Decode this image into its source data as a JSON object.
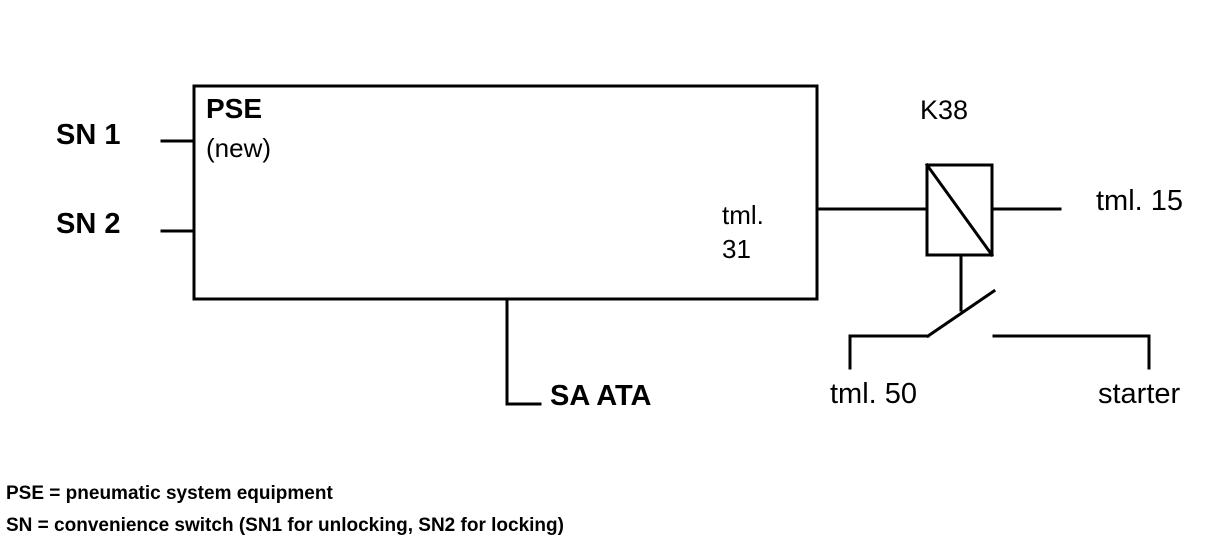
{
  "inputs": {
    "sn1": "SN 1",
    "sn2": "SN 2"
  },
  "pse_box": {
    "title": "PSE",
    "subtitle": "(new)",
    "terminal_line1": "tml.",
    "terminal_line2": "31"
  },
  "sa_ata": "SA ATA",
  "relay": {
    "name": "K38",
    "tml15": "tml. 15",
    "tml50": "tml. 50",
    "starter": "starter"
  },
  "legend": [
    "PSE  =  pneumatic system equipment",
    "SN  =  convenience switch (SN1 for unlocking, SN2 for locking)"
  ]
}
